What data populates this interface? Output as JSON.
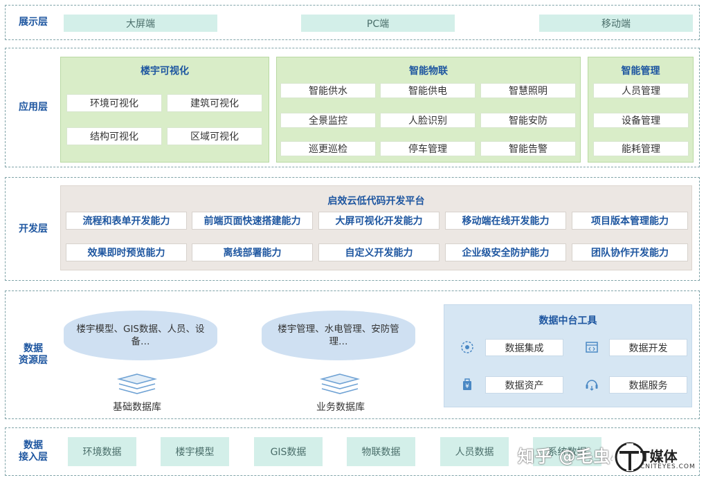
{
  "display_layer": {
    "label": "展示层",
    "items": [
      "大屏端",
      "PC端",
      "移动端"
    ]
  },
  "app_layer": {
    "label": "应用层",
    "building_viz": {
      "title": "楼宇可视化",
      "items": [
        "环境可视化",
        "建筑可视化",
        "结构可视化",
        "区域可视化"
      ]
    },
    "iot": {
      "title": "智能物联",
      "items": [
        "智能供水",
        "智能供电",
        "智慧照明",
        "全景监控",
        "人脸识别",
        "智能安防",
        "巡更巡检",
        "停车管理",
        "智能告警"
      ]
    },
    "mgmt": {
      "title": "智能管理",
      "items": [
        "人员管理",
        "设备管理",
        "能耗管理"
      ]
    }
  },
  "dev_layer": {
    "label": "开发层",
    "platform_title": "启效云低代码开发平台",
    "items": [
      "流程和表单开发能力",
      "前端页面快速搭建能力",
      "大屏可视化开发能力",
      "移动端在线开发能力",
      "项目版本管理能力",
      "效果即时预览能力",
      "离线部署能力",
      "自定义开发能力",
      "企业级安全防护能力",
      "团队协作开发能力"
    ]
  },
  "data_layer": {
    "label_line1": "数据",
    "label_line2": "资源层",
    "base_db": {
      "content": "楼宇模型、GIS数据、人员、设备…",
      "label": "基础数据库"
    },
    "biz_db": {
      "content": "楼宇管理、水电管理、安防管理…",
      "label": "业务数据库"
    },
    "tools": {
      "title": "数据中台工具",
      "items": [
        "数据集成",
        "数据开发",
        "数据资产",
        "数据服务"
      ]
    }
  },
  "access_layer": {
    "label_line1": "数据",
    "label_line2": "接入层",
    "items": [
      "环境数据",
      "楼宇模型",
      "GIS数据",
      "物联数据",
      "人员数据",
      "系统数据"
    ]
  },
  "watermark": {
    "text": "知乎 @毛虫小小狼",
    "logo_text": "T媒体",
    "logo_sub": "CNITEYES.COM"
  },
  "colors": {
    "label": "#1e56a0",
    "teal_box": "#d3efe9",
    "green_panel": "#d9edc8",
    "dev_panel": "#ece7e3",
    "tool_panel": "#d6e6f3",
    "db": "#cfe0f2"
  }
}
